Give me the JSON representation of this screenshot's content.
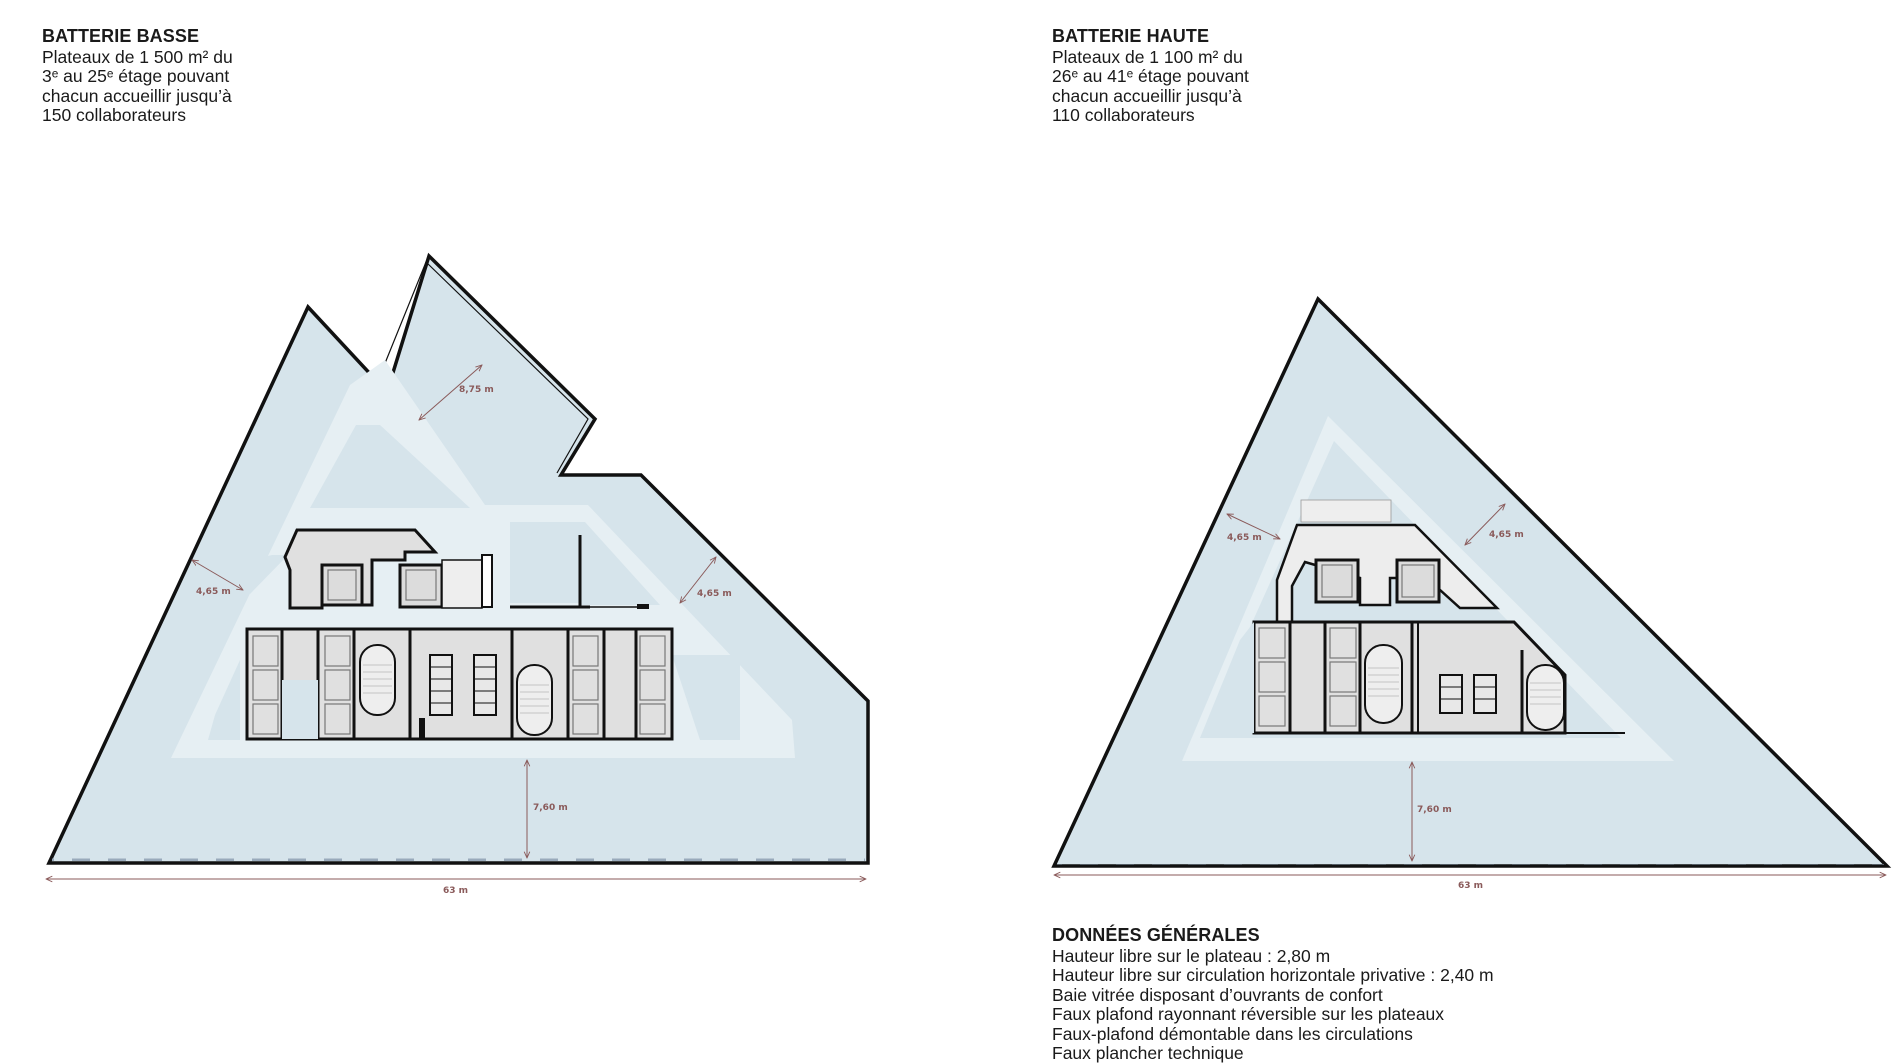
{
  "batterie_basse": {
    "title": "BATTERIE BASSE",
    "lines": [
      "Plateaux de 1 500 m² du",
      "3ᵉ au 25ᵉ étage pouvant",
      "chacun accueillir jusqu’à",
      "150 collaborateurs"
    ],
    "plan": {
      "dimensions": {
        "wing_depth": "8,75 m",
        "left_depth": "4,65 m",
        "right_depth": "4,65 m",
        "bottom_depth": "7,60 m",
        "overall_width": "63 m"
      }
    }
  },
  "batterie_haute": {
    "title": "BATTERIE HAUTE",
    "lines": [
      "Plateaux de 1 100 m² du",
      "26ᵉ au 41ᵉ étage pouvant",
      "chacun accueillir jusqu’à",
      "110 collaborateurs"
    ],
    "plan": {
      "dimensions": {
        "left_depth": "4,65 m",
        "right_depth": "4,65 m",
        "bottom_depth": "7,60 m",
        "overall_width": "63 m"
      }
    }
  },
  "donnees_generales": {
    "title": "DONNÉES GÉNÉRALES",
    "lines": [
      "Hauteur libre sur le plateau : 2,80 m",
      "Hauteur libre sur circulation horizontale privative : 2,40 m",
      "Baie vitrée disposant d’ouvrants de confort",
      "Faux plafond rayonnant réversible sur les plateaux",
      "Faux-plafond démontable dans les circulations",
      "Faux plancher technique"
    ]
  },
  "colors": {
    "floor_fill": "#d6e4eb",
    "circulation_fill": "#e6eff3",
    "core_fill": "#e0e0e0",
    "wall": "#111111",
    "dimension": "#8a5a5a"
  }
}
